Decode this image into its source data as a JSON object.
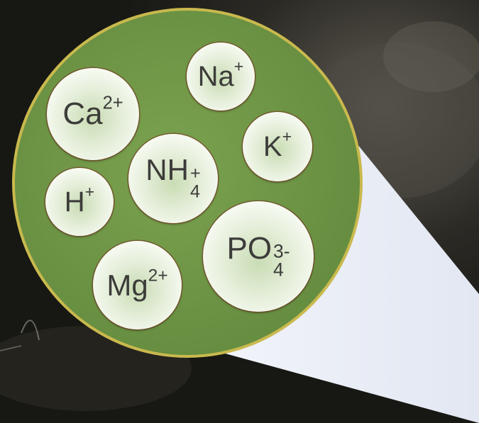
{
  "ions": [
    {
      "id": "sodium",
      "symbol": "Na",
      "charge": "+",
      "subscript": ""
    },
    {
      "id": "calcium",
      "symbol": "Ca",
      "charge": "2+",
      "subscript": ""
    },
    {
      "id": "potassium",
      "symbol": "K",
      "charge": "+",
      "subscript": ""
    },
    {
      "id": "ammonium",
      "symbol": "NH",
      "charge": "+",
      "subscript": "4"
    },
    {
      "id": "hydrogen",
      "symbol": "H",
      "charge": "+",
      "subscript": ""
    },
    {
      "id": "phosphate",
      "symbol": "PO",
      "charge": "3-",
      "subscript": "4"
    },
    {
      "id": "magnesium",
      "symbol": "Mg",
      "charge": "2+",
      "subscript": ""
    }
  ],
  "colors": {
    "magnifier_fill": "#6f9746",
    "magnifier_rim": "#c9b94e",
    "beam": "#e8ecf5",
    "background": "#1a1a16"
  }
}
